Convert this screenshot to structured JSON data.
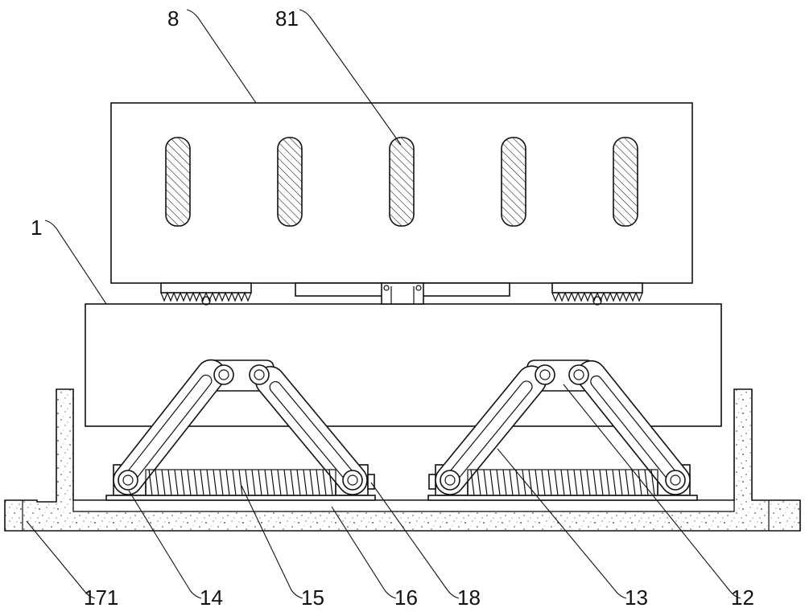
{
  "labels": {
    "l8": "8",
    "l81": "81",
    "l1": "1",
    "l171": "171",
    "l14": "14",
    "l15": "15",
    "l16": "16",
    "l18": "18",
    "l13": "13",
    "l12": "12"
  },
  "colors": {
    "line": "#111111",
    "concrete_fill": "#ffffff",
    "speckle": "#333333"
  }
}
